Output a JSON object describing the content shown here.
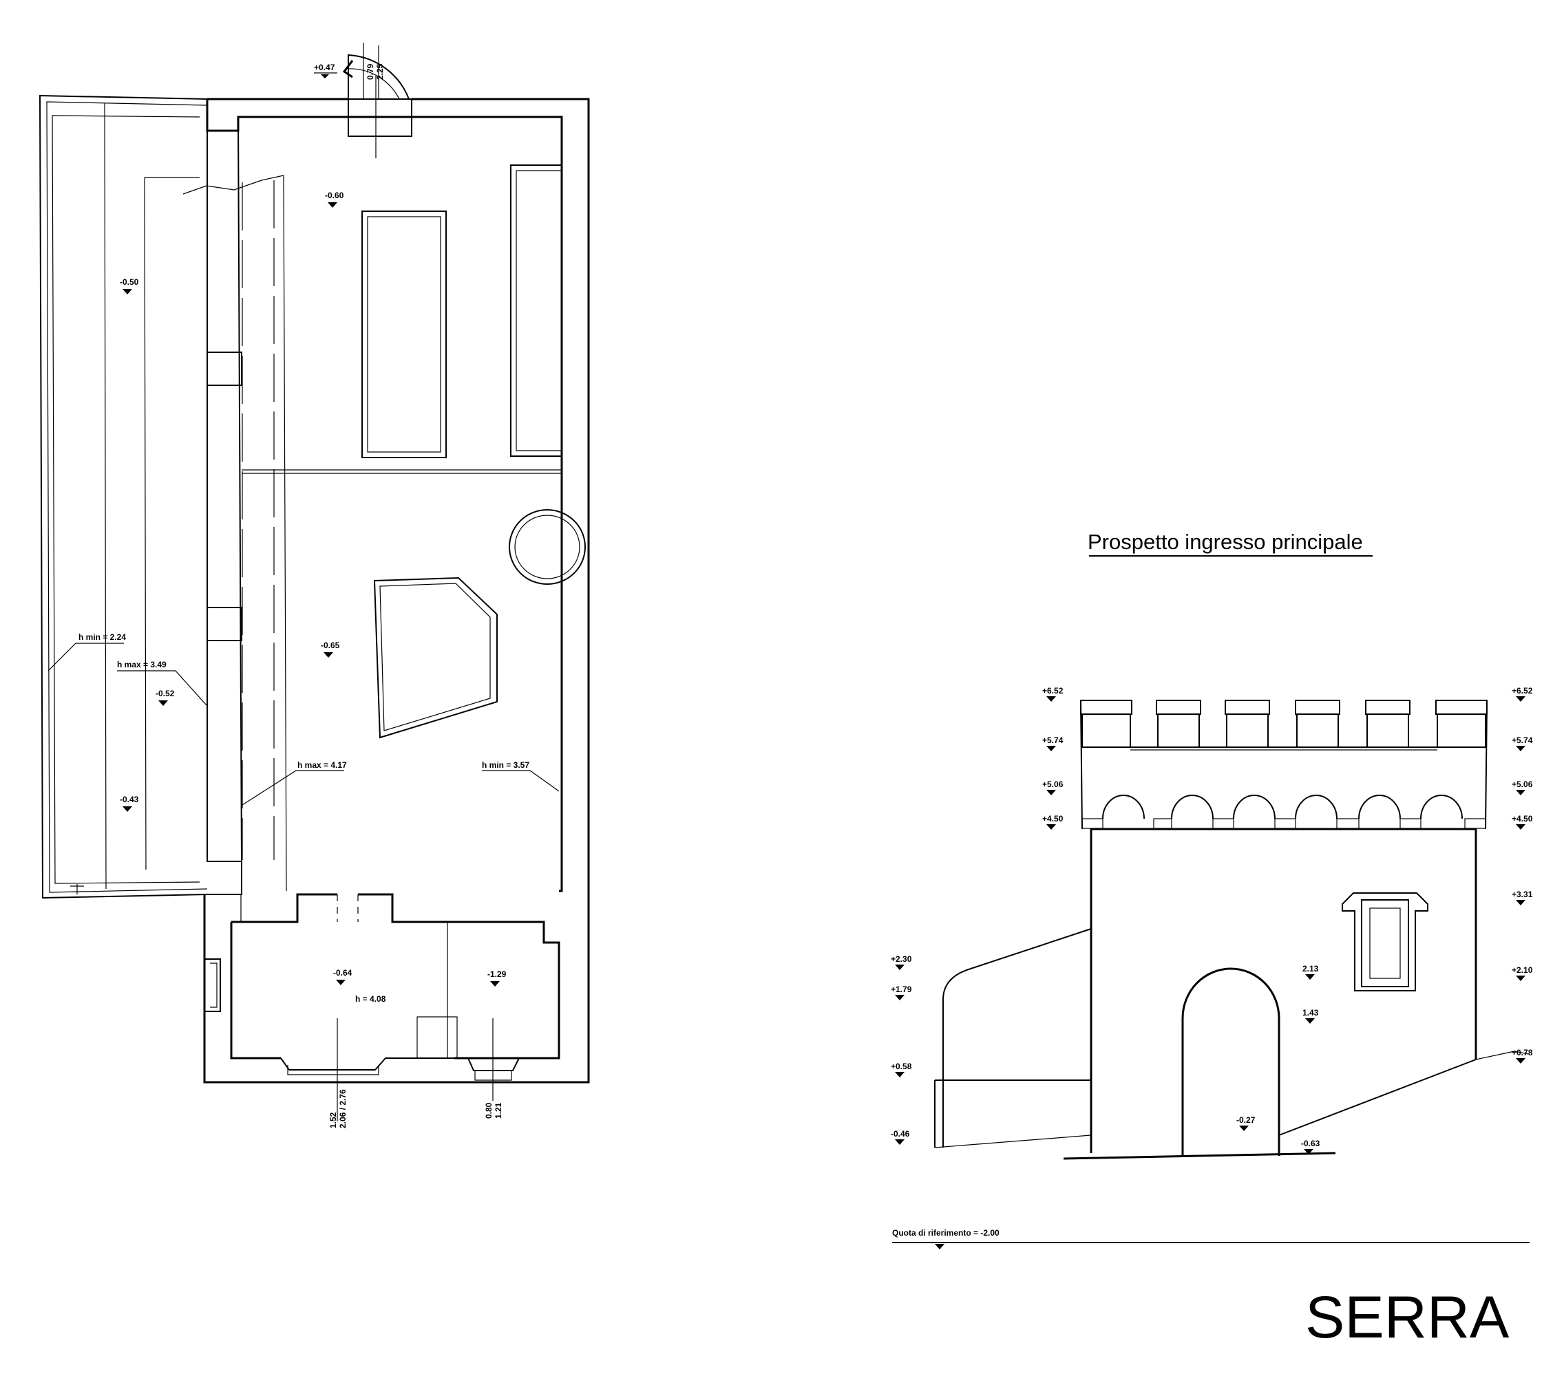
{
  "drawing": {
    "title": "SERRA",
    "elevation_title": "Prospetto ingresso principale",
    "reference_level": "Quota di riferimento = -2.00"
  },
  "plan": {
    "levels": {
      "stair_landing": "+0.47",
      "upper_room": "-0.60",
      "side_top": "-0.50",
      "corridor": "-0.52",
      "side_bottom": "-0.43",
      "middle_room": "-0.65",
      "lower_room": "-0.64",
      "lower_right_room": "-1.29"
    },
    "heights": {
      "side_hmin": "h min = 2.24",
      "side_hmax": "h max = 3.49",
      "room_hmax": "h max = 4.17",
      "room_hmin": "h min = 3.57",
      "lower_room_h": "h = 4.08"
    },
    "dimensions": {
      "stair_a": "0.79",
      "stair_b": "2.25",
      "door_a": "1.52",
      "door_b": "2.06 / 2.76",
      "window_a": "0.80",
      "window_b": "1.21"
    }
  },
  "elevation": {
    "left_levels": [
      "+6.52",
      "+5.74",
      "+5.06",
      "+4.50"
    ],
    "right_levels": [
      "+6.52",
      "+5.74",
      "+5.06",
      "+4.50",
      "+3.31",
      "+2.10",
      "+0.78"
    ],
    "wall_levels": [
      "+2.30",
      "+1.79",
      "+0.58",
      "-0.46"
    ],
    "window_levels": [
      "2.13",
      "1.43"
    ],
    "door_level": "-0.27",
    "ground_level": "-0.63"
  }
}
